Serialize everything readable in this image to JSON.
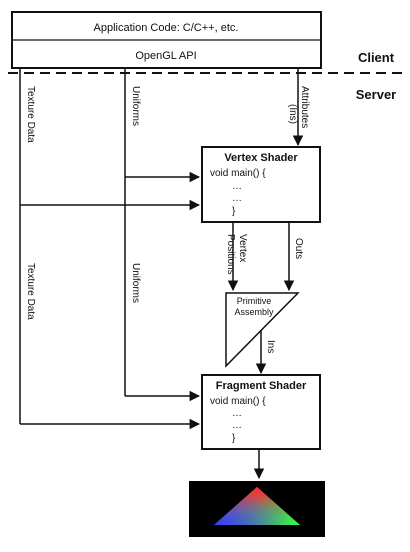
{
  "app_box": {
    "title": "Application Code: C/C++, etc.",
    "api": "OpenGL API"
  },
  "regions": {
    "client": "Client",
    "server": "Server"
  },
  "edges": {
    "texture_data": "Texture Data",
    "uniforms": "Uniforms",
    "attributes": "Attributes",
    "ins": "(Ins)",
    "vertex": "Vertex",
    "positions": "Positions",
    "outs": "Outs",
    "ins_plain": "Ins"
  },
  "vertex_shader": {
    "title": "Vertex Shader",
    "lines": [
      "void main() {",
      "…",
      "…",
      "}"
    ]
  },
  "primitive_assembly": {
    "line1": "Primitive",
    "line2": "Assembly"
  },
  "fragment_shader": {
    "title": "Fragment Shader",
    "lines": [
      "void main() {",
      "…",
      "…",
      "}"
    ]
  },
  "colors": {
    "line": "#111111",
    "output_bg": "#000000",
    "triangle_red": "#ff2a2a",
    "triangle_green": "#2aff3a",
    "triangle_blue": "#3a3aff"
  }
}
